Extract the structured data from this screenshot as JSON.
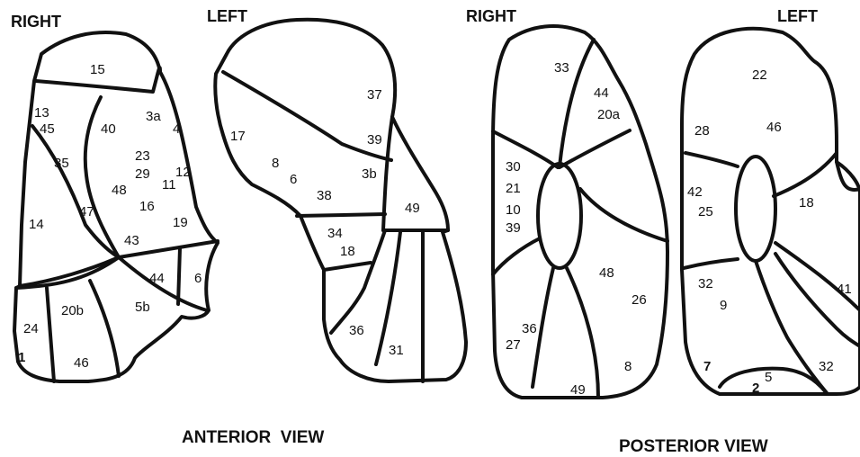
{
  "headers": {
    "anterior_right": "RIGHT",
    "anterior_left": "LEFT",
    "posterior_right": "RIGHT",
    "posterior_left": "LEFT"
  },
  "captions": {
    "anterior": "ANTERIOR  VIEW",
    "posterior": "POSTERIOR VIEW"
  },
  "anterior_right_labels": [
    "15",
    "13",
    "45",
    "40",
    "3a",
    "4",
    "35",
    "23",
    "29",
    "12",
    "11",
    "48",
    "16",
    "47",
    "14",
    "19",
    "43",
    "44",
    "6",
    "20b",
    "5b",
    "24",
    "1",
    "46"
  ],
  "anterior_left_labels": [
    "37",
    "17",
    "39",
    "8",
    "6",
    "3b",
    "38",
    "49",
    "34",
    "18",
    "36",
    "31"
  ],
  "posterior_right_labels": [
    "33",
    "44",
    "20a",
    "30",
    "21",
    "10",
    "39",
    "48",
    "26",
    "36",
    "27",
    "8",
    "49"
  ],
  "posterior_left_labels": [
    "22",
    "46",
    "28",
    "42",
    "25",
    "18",
    "32",
    "9",
    "41",
    "7",
    "5",
    "2",
    "32"
  ]
}
